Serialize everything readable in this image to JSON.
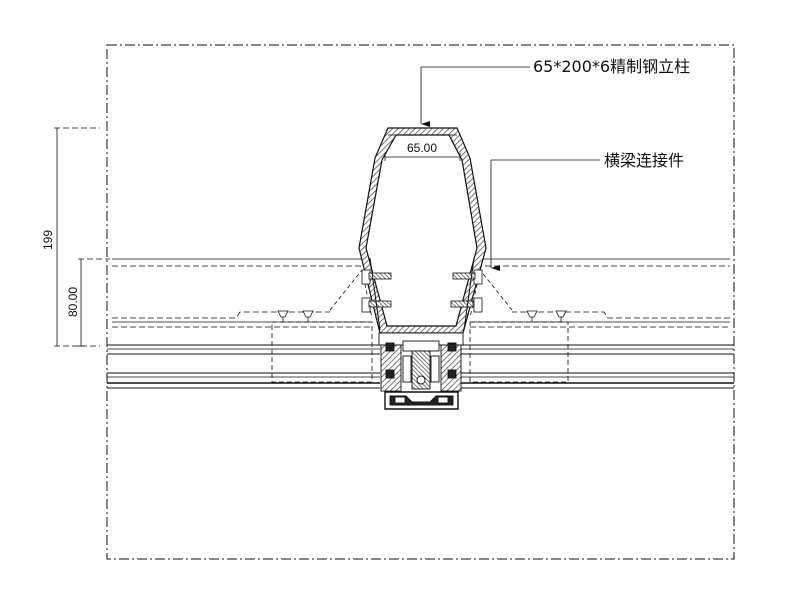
{
  "labels": {
    "column_spec": "65*200*6精制钢立柱",
    "connector": "横梁连接件"
  },
  "dimensions": {
    "column_width": "65.00",
    "height_total": "199",
    "height_lower": "80.00"
  },
  "colors": {
    "line": "#111111",
    "hatch_fill": "#7a7a7a",
    "background": "#ffffff"
  }
}
